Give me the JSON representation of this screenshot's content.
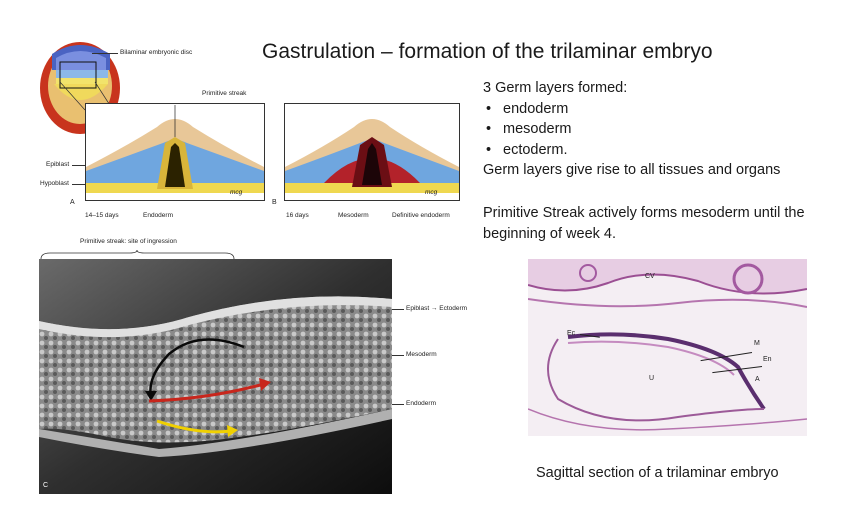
{
  "slide": {
    "title": "Gastrulation – formation of the trilaminar embryo",
    "intro": "3 Germ layers formed:",
    "bullets": [
      "endoderm",
      "mesoderm",
      "ectoderm."
    ],
    "summary": "Germ layers give rise to all tissues and organs",
    "streak_text": "Primitive Streak actively forms mesoderm until the beginning of week 4.",
    "histology_caption": "Sagittal section of a trilaminar embryo"
  },
  "figure_a": {
    "disc_label": "Bilaminar embryonic disc",
    "streak_label": "Primitive streak",
    "epiblast": "Epiblast",
    "hypoblast": "Hypoblast",
    "panel": "A",
    "days": "14–15 days",
    "layer": "Endoderm",
    "signature": "mcg"
  },
  "figure_b": {
    "panel": "B",
    "days": "16 days",
    "layer1": "Mesoderm",
    "layer2": "Definitive endoderm",
    "signature": "mcg"
  },
  "figure_c": {
    "bracket_label": "Primitive streak: site of ingression",
    "panel": "C",
    "epi": "Epiblast",
    "ecto": "Ectoderm",
    "meso": "Mesoderm",
    "endo": "Endoderm"
  },
  "histology": {
    "cv": "CV",
    "ec": "Ec",
    "m": "M",
    "en": "En",
    "a": "A",
    "u": "U"
  }
}
